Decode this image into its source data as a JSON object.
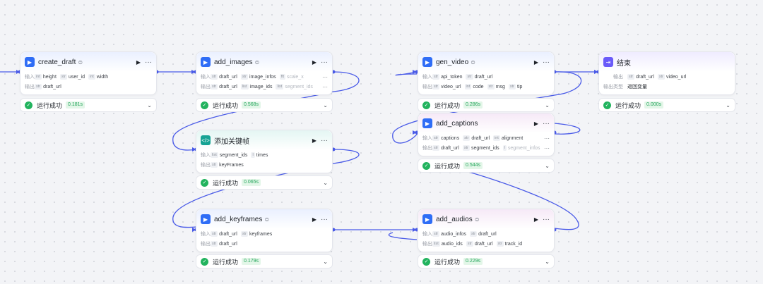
{
  "labels": {
    "in": "输入",
    "out": "输出",
    "out_type": "输出类型",
    "status": "运行成功"
  },
  "types": {
    "str": "str",
    "int": "int",
    "list_str": "list",
    "list_float": "list"
  },
  "nodes": {
    "create_draft": {
      "title": "create_draft",
      "time": "0.181s",
      "inputs": [
        {
          "t": "int",
          "n": "height"
        },
        {
          "t": "str",
          "n": "user_id"
        },
        {
          "t": "int",
          "n": "width"
        }
      ],
      "outputs": [
        {
          "t": "str",
          "n": "draft_url"
        }
      ]
    },
    "add_images": {
      "title": "add_images",
      "time": "0.568s",
      "inputs": [
        {
          "t": "str",
          "n": "draft_url"
        },
        {
          "t": "str",
          "n": "image_infos"
        },
        {
          "t": "flt",
          "n": "scale_x"
        }
      ],
      "outputs": [
        {
          "t": "str",
          "n": "draft_url"
        },
        {
          "t": "list",
          "n": "image_ids"
        },
        {
          "t": "list",
          "n": "segment_ids"
        }
      ]
    },
    "keyframe_code": {
      "title": "添加关键帧",
      "time": "0.065s",
      "inputs": [
        {
          "t": "list",
          "n": "segment_ids"
        },
        {
          "t": "l",
          "n": "times"
        }
      ],
      "outputs": [
        {
          "t": "str",
          "n": "keyFrames"
        }
      ]
    },
    "add_keyframes": {
      "title": "add_keyframes",
      "time": "0.179s",
      "inputs": [
        {
          "t": "str",
          "n": "draft_url"
        },
        {
          "t": "str",
          "n": "keyframes"
        }
      ],
      "outputs": [
        {
          "t": "str",
          "n": "draft_url"
        }
      ]
    },
    "gen_video": {
      "title": "gen_video",
      "time": "0.286s",
      "inputs": [
        {
          "t": "str",
          "n": "api_token"
        },
        {
          "t": "str",
          "n": "draft_url"
        }
      ],
      "outputs": [
        {
          "t": "str",
          "n": "video_url"
        },
        {
          "t": "int",
          "n": "code"
        },
        {
          "t": "str",
          "n": "msg"
        },
        {
          "t": "str",
          "n": "tip"
        }
      ]
    },
    "add_captions": {
      "title": "add_captions",
      "time": "0.544s",
      "inputs": [
        {
          "t": "str",
          "n": "captions"
        },
        {
          "t": "str",
          "n": "draft_url"
        },
        {
          "t": "int",
          "n": "alignment"
        }
      ],
      "outputs": [
        {
          "t": "str",
          "n": "draft_url"
        },
        {
          "t": "str",
          "n": "segment_ids"
        },
        {
          "t": "l",
          "n": "segment_infos"
        }
      ]
    },
    "add_audios": {
      "title": "add_audios",
      "time": "0.229s",
      "inputs": [
        {
          "t": "str",
          "n": "audio_infos"
        },
        {
          "t": "str",
          "n": "draft_url"
        }
      ],
      "outputs": [
        {
          "t": "list",
          "n": "audio_ids"
        },
        {
          "t": "str",
          "n": "draft_url"
        },
        {
          "t": "str",
          "n": "track_id"
        }
      ]
    },
    "end": {
      "title": "结束",
      "time": "0.000s",
      "outputs": [
        {
          "t": "str",
          "n": "draft_url"
        },
        {
          "t": "str",
          "n": "video_url"
        }
      ],
      "out_type_value": "返回变量"
    }
  },
  "colors": {
    "edge": "#4a5be8",
    "success": "#22b35e",
    "plugin_icon": "#2f6df6",
    "code_icon": "#16a394",
    "end_icon": "#6a5af9"
  }
}
